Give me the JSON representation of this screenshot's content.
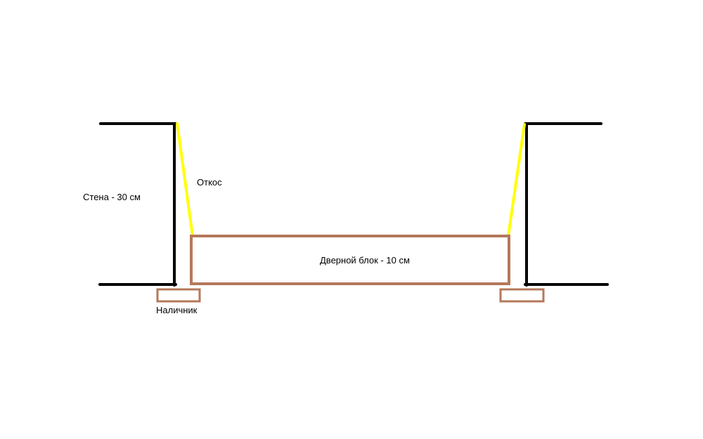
{
  "labels": {
    "wall": "Стена - 30 см",
    "slope": "Откос",
    "door_block": "Дверной блок - 10 см",
    "casing": "Наличник"
  },
  "colors": {
    "background": "#ffffff",
    "wall": "#000000",
    "slope": "#ffff00",
    "door_block": "#b5785a",
    "casing": "#b5785a",
    "text": "#000000"
  }
}
